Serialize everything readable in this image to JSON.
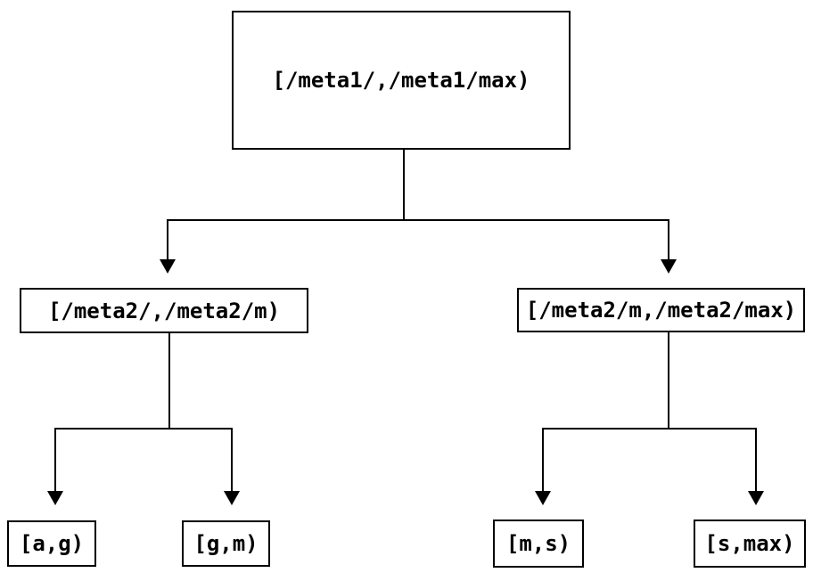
{
  "diagram": {
    "type": "tree",
    "root": {
      "label": "[/meta1/,/meta1/max)"
    },
    "level2": [
      {
        "label": "[/meta2/,/meta2/m)",
        "parent": "root"
      },
      {
        "label": "[/meta2/m,/meta2/max)",
        "parent": "root"
      }
    ],
    "leaves": [
      {
        "label": "[a,g)",
        "parent": "[/meta2/,/meta2/m)"
      },
      {
        "label": "[g,m)",
        "parent": "[/meta2/,/meta2/m)"
      },
      {
        "label": "[m,s)",
        "parent": "[/meta2/m,/meta2/max)"
      },
      {
        "label": "[s,max)",
        "parent": "[/meta2/m,/meta2/max)"
      }
    ],
    "colors": {
      "background": "#ffffff",
      "line": "#000000",
      "box_border": "#000000",
      "text": "#000000"
    }
  }
}
